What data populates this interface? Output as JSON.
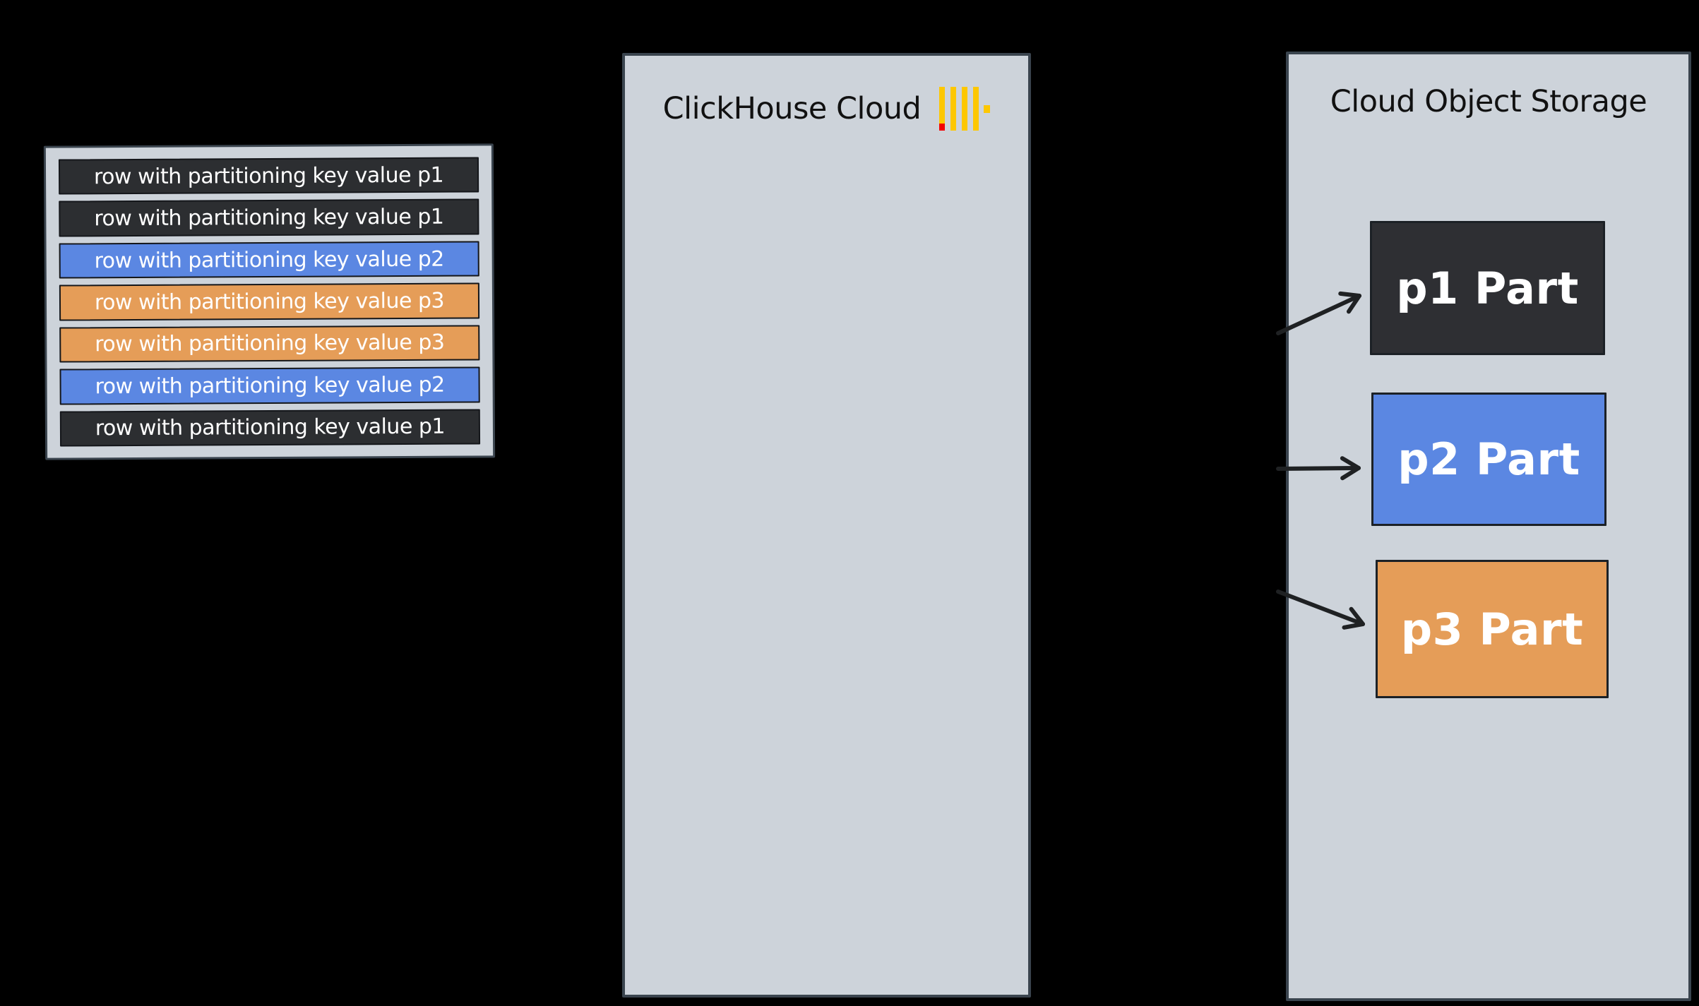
{
  "diagram": {
    "background": "#000000",
    "panel_fill": "#cdd3da",
    "panel_border": "#3a444e",
    "arrow_color": "#1f2123"
  },
  "row_stack": {
    "rows": [
      {
        "label": "row with partitioning key value p1",
        "partition": "p1",
        "fill": "#2c2e31"
      },
      {
        "label": "row with partitioning key value p1",
        "partition": "p1",
        "fill": "#2c2e31"
      },
      {
        "label": "row with partitioning key value p2",
        "partition": "p2",
        "fill": "#5b87e2"
      },
      {
        "label": "row with partitioning key value p3",
        "partition": "p3",
        "fill": "#e59d58"
      },
      {
        "label": "row with partitioning key value p3",
        "partition": "p3",
        "fill": "#e59d58"
      },
      {
        "label": "row with partitioning key value p2",
        "partition": "p2",
        "fill": "#5b87e2"
      },
      {
        "label": "row with partitioning key value p1",
        "partition": "p1",
        "fill": "#2c2e31"
      }
    ]
  },
  "clickhouse_cloud": {
    "title": "ClickHouse Cloud",
    "logo": {
      "icon": "clickhouse-logo",
      "bar_color": "#fdc701",
      "accent_color": "#f30001"
    }
  },
  "object_storage": {
    "title": "Cloud Object Storage",
    "parts": [
      {
        "label": "p1 Part",
        "partition": "p1",
        "fill": "#2e2f33"
      },
      {
        "label": "p2 Part",
        "partition": "p2",
        "fill": "#5b87e2"
      },
      {
        "label": "p3 Part",
        "partition": "p3",
        "fill": "#e59d58"
      }
    ]
  }
}
